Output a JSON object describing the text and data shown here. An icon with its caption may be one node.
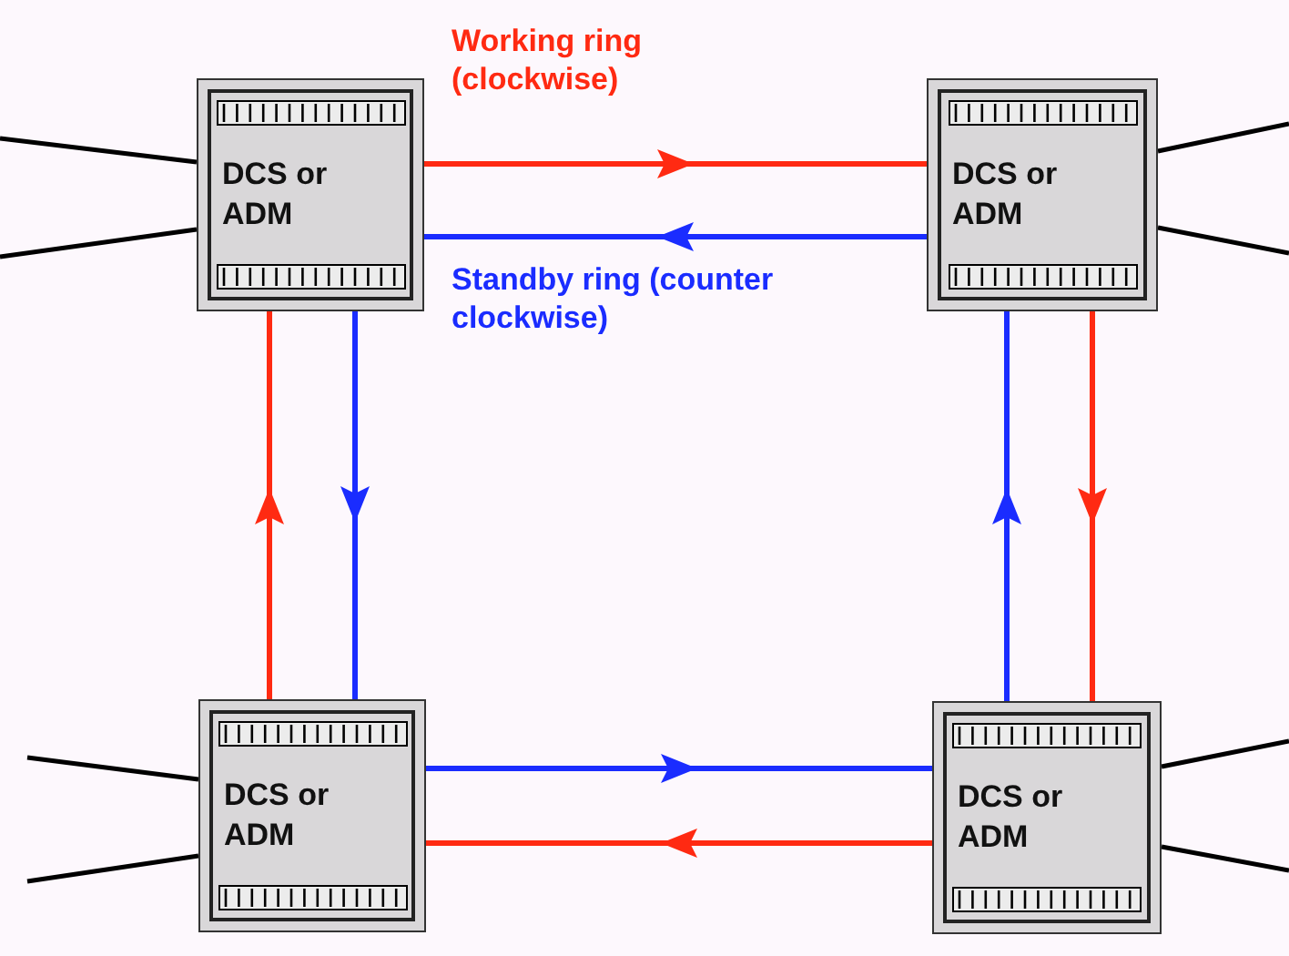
{
  "diagram": {
    "nodes": [
      {
        "text": [
          "DCS or ADM"
        ]
      },
      {
        "text": [
          "DCS or ADM"
        ]
      },
      {
        "text": [
          "DCS or ADM"
        ]
      },
      {
        "text": [
          "DCS or ADM"
        ]
      }
    ],
    "edges": [
      {
        "from": 0,
        "to": 1,
        "arrow": "to",
        "color": "#ff2a12",
        "label": "Working ring (clockwise)"
      },
      {
        "from": 1,
        "to": 0,
        "arrow": "to",
        "color": "#1a2cff",
        "label": "Standby ring (counter clockwise)"
      },
      {
        "from": 2,
        "to": 0,
        "arrow": "to",
        "color": "#ff2a12"
      },
      {
        "from": 0,
        "to": 2,
        "arrow": "to",
        "color": "#1a2cff"
      },
      {
        "from": 3,
        "to": 1,
        "arrow": "to",
        "color": "#1a2cff"
      },
      {
        "from": 1,
        "to": 3,
        "arrow": "to",
        "color": "#ff2a12"
      },
      {
        "from": 2,
        "to": 3,
        "arrow": "to",
        "color": "#1a2cff"
      },
      {
        "from": 3,
        "to": 2,
        "arrow": "to",
        "color": "#ff2a12"
      },
      {
        "from": null,
        "to": 0,
        "arrow": "none",
        "color": "#000000"
      },
      {
        "from": null,
        "to": 0,
        "arrow": "none",
        "color": "#000000"
      },
      {
        "from": null,
        "to": 1,
        "arrow": "none",
        "color": "#000000"
      },
      {
        "from": null,
        "to": 1,
        "arrow": "none",
        "color": "#000000"
      },
      {
        "from": null,
        "to": 2,
        "arrow": "none",
        "color": "#000000"
      },
      {
        "from": null,
        "to": 2,
        "arrow": "none",
        "color": "#000000"
      },
      {
        "from": null,
        "to": 3,
        "arrow": "none",
        "color": "#000000"
      },
      {
        "from": null,
        "to": 3,
        "arrow": "none",
        "color": "#000000"
      }
    ]
  }
}
